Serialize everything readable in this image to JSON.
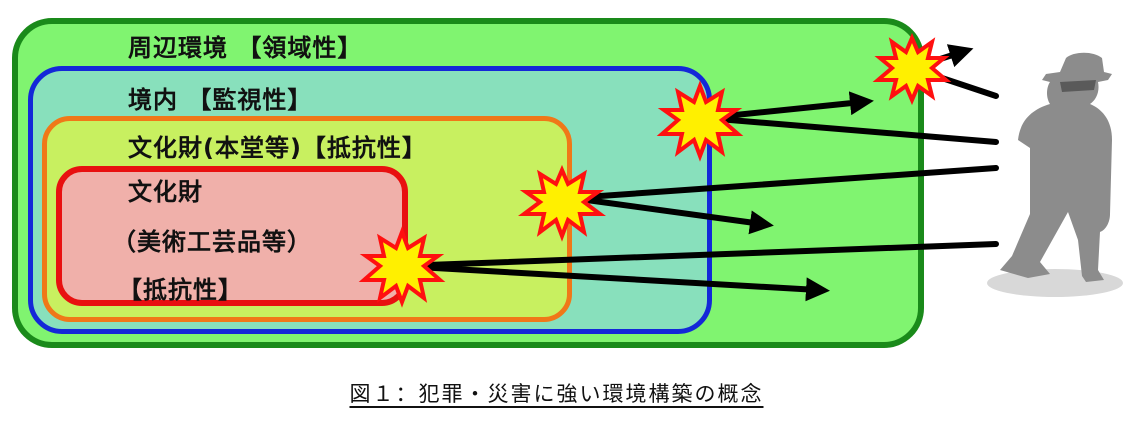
{
  "colors": {
    "outer_fill": "#80f470",
    "outer_border": "#1a8a1a",
    "precinct_fill": "#88e0bc",
    "precinct_border": "#1428d8",
    "building_fill": "#c8f060",
    "building_border": "#f07818",
    "cultural_fill": "#f0b0aa",
    "cultural_border": "#e81010",
    "burst_fill": "#fff000",
    "burst_edge": "#ff1010",
    "arrow": "#000000",
    "figure": "#8c8c8c",
    "shadow": "#d8d8d8"
  },
  "zones": {
    "outer": {
      "label": "周辺環境 【領域性】"
    },
    "precinct": {
      "label": "境内 【監視性】"
    },
    "building": {
      "label": "文化財(本堂等)【抵抗性】"
    },
    "cultural": {
      "line1": "文化財",
      "line2": "（美術工芸品等）",
      "line3": "【抵抗性】"
    }
  },
  "icons": {
    "intruder": "intruder-figure-icon",
    "impact": "impact-burst-icon",
    "arrow": "deflect-arrow-icon"
  },
  "caption": "図１：犯罪・災害に強い環境構築の概念"
}
